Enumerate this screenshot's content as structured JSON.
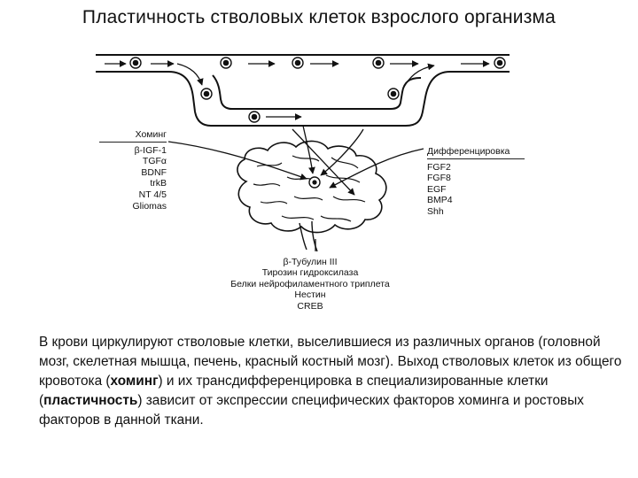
{
  "title": "Пластичность стволовых клеток взрослого организма",
  "homing": {
    "header": "Хоминг",
    "factors": [
      "β-IGF-1",
      "TGFα",
      "BDNF",
      "trkB",
      "NT 4/5",
      "Gliomas"
    ]
  },
  "differentiation": {
    "header": "Дифференцировка",
    "factors": [
      "FGF2",
      "FGF8",
      "EGF",
      "BMP4",
      "Shh"
    ]
  },
  "markers": [
    "β-Тубулин III",
    "Тирозин гидроксилаза",
    "Белки нейрофиламентного триплета",
    "Нестин",
    "CREB"
  ],
  "description": {
    "p1": "В крови циркулируют стволовые клетки, выселившиеся из различных органов (головной мозг, скелетная мышца, печень, красный костный мозг). Выход стволовых клеток из общего кровотока (",
    "b1": "хоминг",
    "p2": ") и их трансдифференцировка в специализированные клетки (",
    "b2": "пластичность",
    "p3": ") зависит от экспрессии специфических факторов хоминга и ростовых факторов в данной ткани."
  }
}
